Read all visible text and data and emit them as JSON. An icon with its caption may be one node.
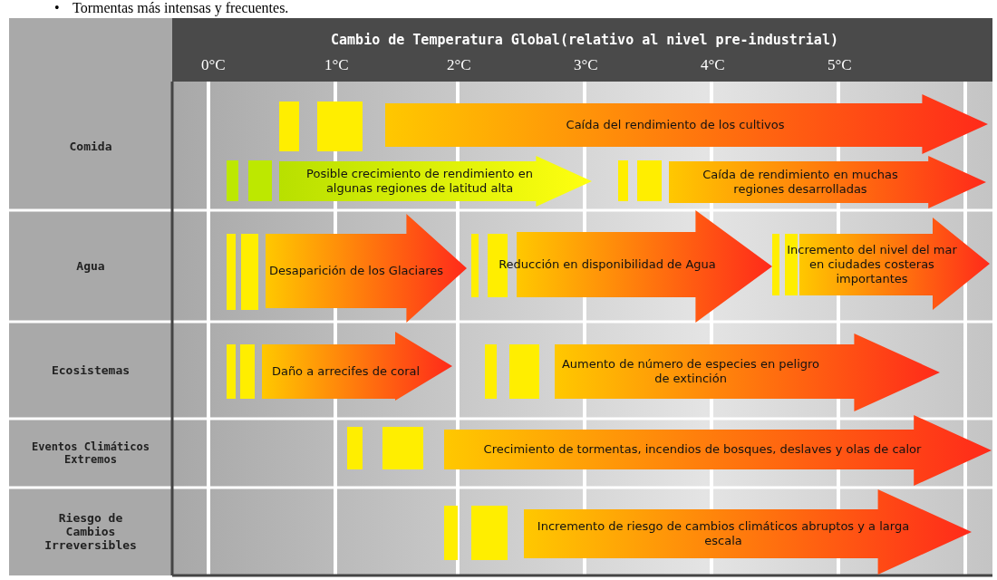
{
  "diagram": {
    "nodes": [
      {
        "text": [
          "Caída del rendimiento de los cultivos"
        ]
      },
      {
        "text": [
          "Posible crecimiento de rendimiento en algunas regiones de latitud alta"
        ]
      },
      {
        "text": [
          "Caída de rendimiento en muchas regiones desarrolladas"
        ]
      },
      {
        "text": [
          "Desaparición de los Glaciares"
        ]
      },
      {
        "text": [
          "Reducción en disponibilidad de Agua"
        ]
      },
      {
        "text": [
          "Incremento del nivel del mar en ciudades costeras importantes"
        ]
      },
      {
        "text": [
          "Daño a arrecifes de coral"
        ]
      },
      {
        "text": [
          "Aumento de número de especies en peligro de extinción"
        ]
      },
      {
        "text": [
          "Crecimiento de tormentas, incendios de bosques, deslaves y olas de calor"
        ]
      },
      {
        "text": [
          "Incremento de riesgo de cambios climáticos abruptos y a larga escala"
        ]
      }
    ],
    "labels": [
      "•",
      "Tormentas más intensas y frecuentes.",
      "Cambio de Temperatura Global(relativo al nivel pre-industrial)",
      "0°C",
      "1°C",
      "2°C",
      "3°C",
      "4°C",
      "5°C",
      "Comida",
      "Agua",
      "Ecosistemas",
      "Eventos Climáticos Extremos",
      "Riesgo de Cambios Irreversibles"
    ]
  }
}
